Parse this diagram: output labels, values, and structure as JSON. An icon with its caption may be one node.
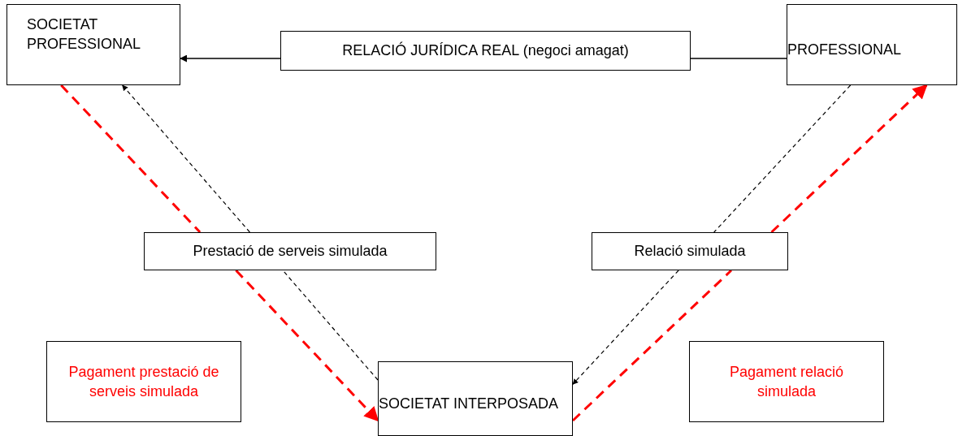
{
  "diagram": {
    "nodes": [
      {
        "text": [
          "SOCIETAT PROFESSIONAL"
        ]
      },
      {
        "text": [
          "PROFESSIONAL"
        ]
      },
      {
        "text": [
          "SOCIETAT INTERPOSADA"
        ]
      },
      {
        "text": [
          "RELACIÓ JURÍDICA REAL (negoci amagat)"
        ]
      },
      {
        "text": [
          "Prestació de serveis simulada"
        ]
      },
      {
        "text": [
          "Relació simulada"
        ]
      },
      {
        "text": [
          "Pagament prestació de serveis simulada"
        ]
      },
      {
        "text": [
          "Pagament relació simulada"
        ]
      }
    ],
    "edges": [
      {
        "from": 1,
        "to": 3,
        "arrow": "none"
      },
      {
        "from": 3,
        "to": 0,
        "arrow": "to"
      },
      {
        "from": 2,
        "to": 4,
        "arrow": "none",
        "style": "dashed"
      },
      {
        "from": 4,
        "to": 0,
        "arrow": "to",
        "style": "dashed"
      },
      {
        "from": 0,
        "to": 4,
        "arrow": "none",
        "style": "dashed",
        "color": "#ff0000"
      },
      {
        "from": 4,
        "to": 2,
        "arrow": "to",
        "style": "dashed",
        "color": "#ff0000"
      },
      {
        "from": 1,
        "to": 5,
        "arrow": "none",
        "style": "dashed"
      },
      {
        "from": 5,
        "to": 2,
        "arrow": "to",
        "style": "dashed"
      },
      {
        "from": 2,
        "to": 5,
        "arrow": "none",
        "style": "dashed",
        "color": "#ff0000"
      },
      {
        "from": 5,
        "to": 1,
        "arrow": "to",
        "style": "dashed",
        "color": "#ff0000"
      }
    ]
  }
}
